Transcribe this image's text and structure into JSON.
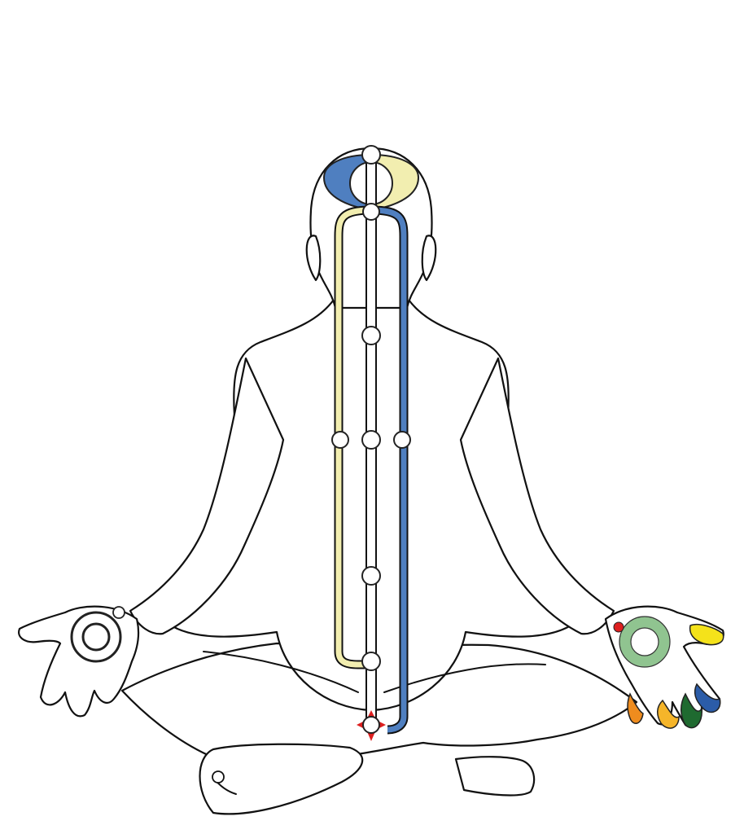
{
  "colors": {
    "background": "#ffffff",
    "outline": "#111111",
    "left_channel": "#f2eeb0",
    "right_channel": "#4f7fc0",
    "central_channel": "#ffffff",
    "crown_left": "#4f7fc0",
    "crown_right": "#f2eeb0",
    "right_palm_ring": "#90c490",
    "marker_red": "#dd1f1f",
    "finger_yellow": "#f4e21a",
    "finger_orange": "#ef8c1e",
    "finger_gold": "#f5b52a",
    "finger_green": "#1f6a30",
    "finger_blue": "#2b5ca8"
  },
  "figure": {
    "subject": "seated-meditation-figure-back-view",
    "chakra_nodes_on_central_channel": 7,
    "side_nodes": 2,
    "left_palm_ring": "white",
    "right_palm_ring": "green",
    "right_hand_finger_colors": [
      "yellow",
      "orange",
      "gold",
      "green",
      "blue"
    ]
  }
}
